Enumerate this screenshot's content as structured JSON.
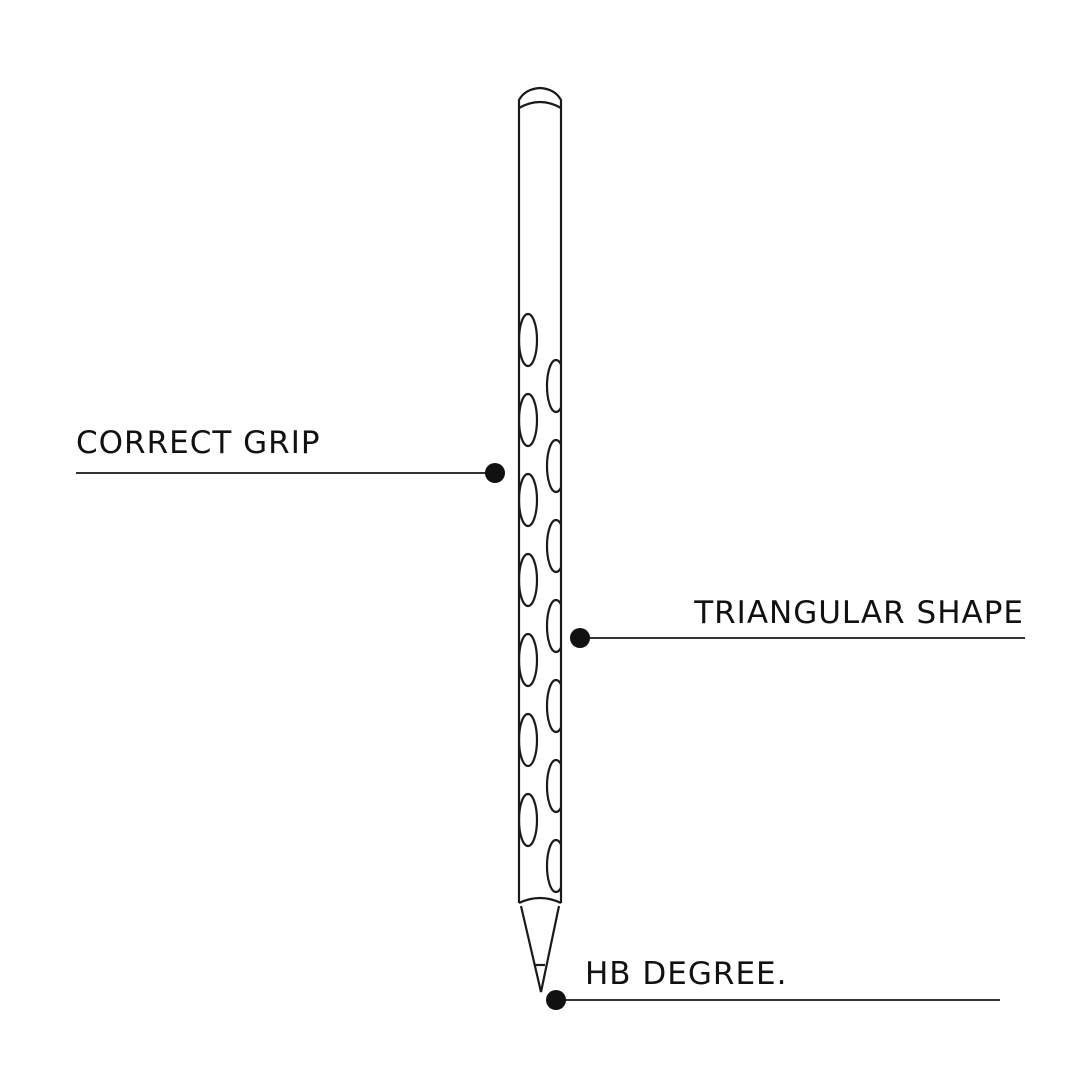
{
  "diagram": {
    "subject": "pencil",
    "callouts": [
      {
        "id": "grip",
        "label": "CORRECT GRIP"
      },
      {
        "id": "shape",
        "label": "TRIANGULAR SHAPE"
      },
      {
        "id": "degree",
        "label": "HB DEGREE."
      }
    ],
    "colors": {
      "stroke": "#1a1a1a",
      "background": "#ffffff"
    }
  }
}
